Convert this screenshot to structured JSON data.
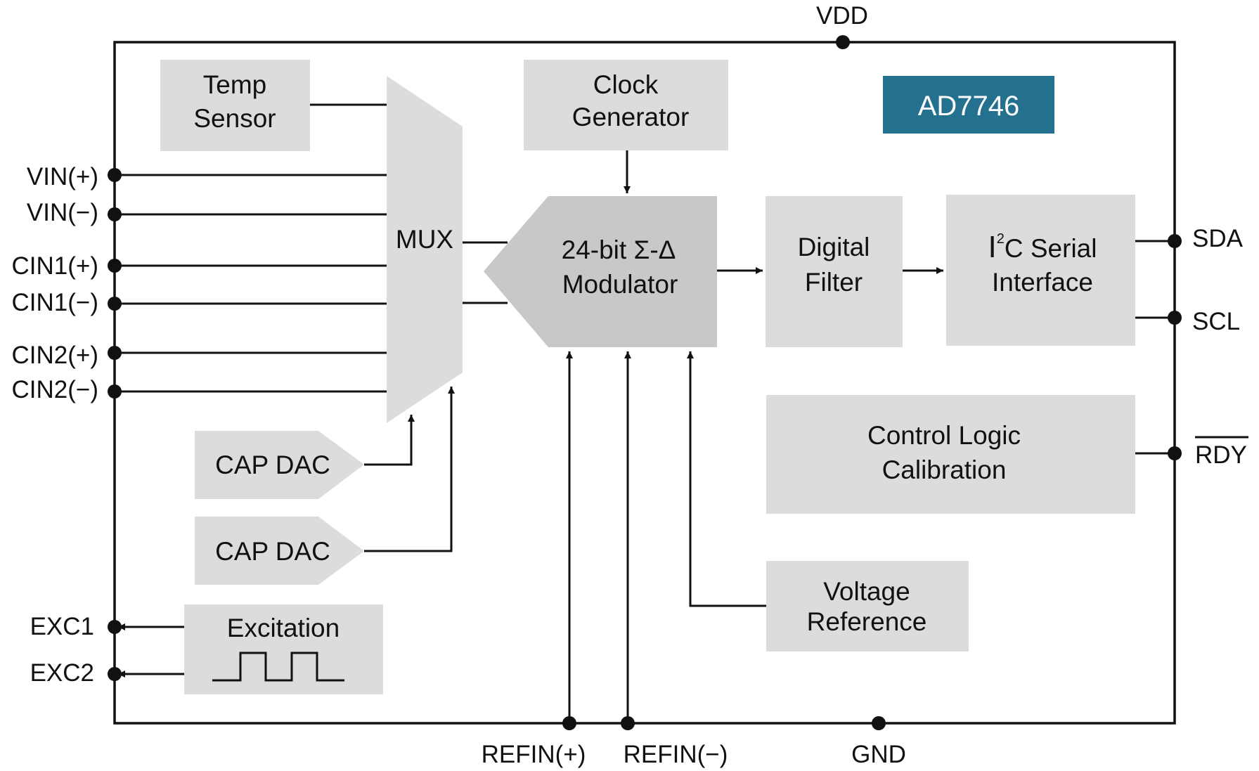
{
  "chip": {
    "name": "AD7746"
  },
  "pins": {
    "vdd": "VDD",
    "gnd": "GND",
    "vin_pos": "VIN(+)",
    "vin_neg": "VIN(−)",
    "cin1_pos": "CIN1(+)",
    "cin1_neg": "CIN1(−)",
    "cin2_pos": "CIN2(+)",
    "cin2_neg": "CIN2(−)",
    "exc1": "EXC1",
    "exc2": "EXC2",
    "refin_pos": "REFIN(+)",
    "refin_neg": "REFIN(−)",
    "sda": "SDA",
    "scl": "SCL",
    "rdy": "RDY"
  },
  "blocks": {
    "temp_sensor": [
      "Temp",
      "Sensor"
    ],
    "mux": "MUX",
    "clock_generator": [
      "Clock",
      "Generator"
    ],
    "modulator": [
      "24-bit Σ-Δ",
      "Modulator"
    ],
    "digital_filter": [
      "Digital",
      "Filter"
    ],
    "serial_interface": {
      "prefix": "I",
      "superscript": "2",
      "suffix": "C Serial",
      "line2": "Interface"
    },
    "cap_dac_1": "CAP DAC",
    "cap_dac_2": "CAP DAC",
    "excitation": "Excitation",
    "control_logic": [
      "Control Logic",
      "Calibration"
    ],
    "voltage_reference": [
      "Voltage",
      "Reference"
    ]
  },
  "colors": {
    "block_fill": "#dcdcdc",
    "modulator_fill": "#c8c8c8",
    "chip_badge": "#23708f",
    "wire": "#111111"
  }
}
